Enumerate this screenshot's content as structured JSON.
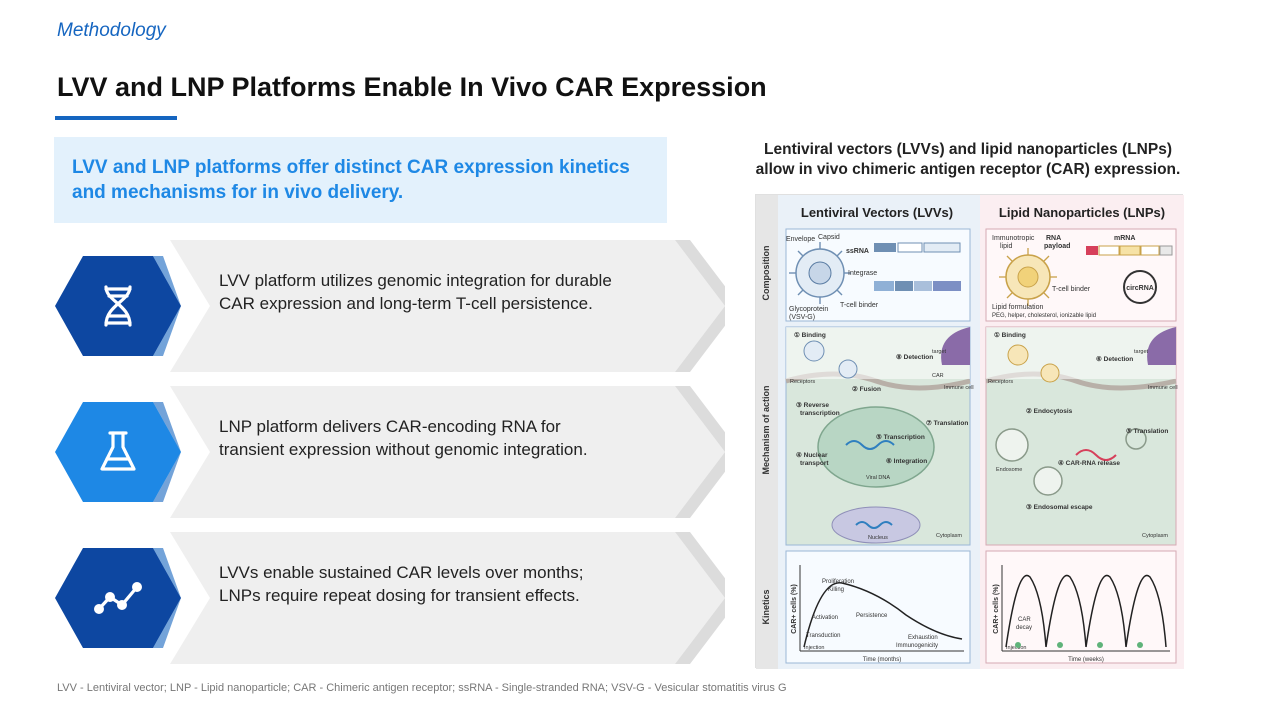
{
  "header": {
    "section_label": "Methodology",
    "title": "LVV and LNP Platforms Enable In Vivo CAR Expression"
  },
  "summary": {
    "text": "LVV and LNP platforms offer distinct CAR expression kinetics and mechanisms for in vivo delivery."
  },
  "points": [
    {
      "icon": "dna-icon",
      "text": "LVV platform utilizes genomic integration for durable CAR expression and long-term T-cell persistence.",
      "color": "#0d47a1"
    },
    {
      "icon": "flask-icon",
      "text": "LNP platform delivers CAR-encoding RNA for transient expression without genomic integration.",
      "color": "#1e88e5"
    },
    {
      "icon": "trend-line-icon",
      "text": "LVVs enable sustained CAR levels over months; LNPs require repeat dosing for transient effects.",
      "color": "#0d47a1"
    }
  ],
  "figure": {
    "caption_line1": "Lentiviral vectors (LVVs) and lipid nanoparticles (LNPs)",
    "caption_line2": "allow in vivo chimeric antigen receptor (CAR) expression.",
    "col_lvv": "Lentiviral Vectors (LVVs)",
    "col_lnp": "Lipid Nanoparticles (LNPs)",
    "row_composition": "Composition",
    "row_mechanism": "Mechanism of action",
    "row_kinetics": "Kinetics",
    "lvv_comp": {
      "envelope": "Envelope",
      "capsid": "Capsid",
      "ssrna": "ssRNA",
      "integrase": "Integrase",
      "glycoprotein": "Glycoprotein",
      "vsvg": "(VSV-G)",
      "tcell_binder": "T-cell binder"
    },
    "lnp_comp": {
      "ionizable": "Immunotropic",
      "lipid": "lipid",
      "rna": "RNA",
      "payload": "payload",
      "mrna": "mRNA",
      "circrna": "circRNA",
      "tcell_binder": "T-cell binder",
      "formulation": "Lipid formulation",
      "formulation_detail": "PEG, helper, cholesterol, ionizable lipid"
    },
    "lvv_moa": {
      "binding": "① Binding",
      "fusion": "② Fusion",
      "reverse": "③ Reverse",
      "transcription_r": "transcription",
      "nuclear": "④ Nuclear",
      "transport": "transport",
      "transcription": "⑤ Transcription",
      "integration": "⑥ Integration",
      "translation": "⑦ Translation",
      "detection": "⑧ Detection",
      "cytoplasm": "Cytoplasm",
      "nucleus": "Nucleus",
      "viral_dna": "Viral DNA",
      "receptors": "Receptors",
      "car": "CAR",
      "target": "target",
      "immune_cell": "Immune cell"
    },
    "lnp_moa": {
      "binding": "① Binding",
      "endocytosis": "② Endocytosis",
      "endosome": "Endosome",
      "escape": "③ Endosomal escape",
      "release": "④ CAR-RNA release",
      "translation": "⑤ Translation",
      "detection": "⑥ Detection",
      "cytoplasm": "Cytoplasm",
      "receptors": "Receptors",
      "target": "target",
      "immune_cell": "Immune cell"
    },
    "lvv_kin": {
      "ylabel": "CAR+ cells (%)",
      "xlabel": "Time (months)",
      "proliferation": "Proliferation",
      "killing": "Killing",
      "activation": "Activation",
      "transduction": "Transduction",
      "persistence": "Persistence",
      "exhaustion": "Exhaustion",
      "immunogenicity": "Immunogenicity",
      "injection": "Injection"
    },
    "lnp_kin": {
      "ylabel": "CAR+ cells (%)",
      "xlabel": "Time (weeks)",
      "injection": "Injection",
      "car_decay": "CAR",
      "decay": "decay"
    }
  },
  "footnote": "LVV - Lentiviral vector; LNP - Lipid nanoparticle; CAR - Chimeric antigen receptor; ssRNA - Single-stranded RNA; VSV-G - Vesicular stomatitis virus G"
}
